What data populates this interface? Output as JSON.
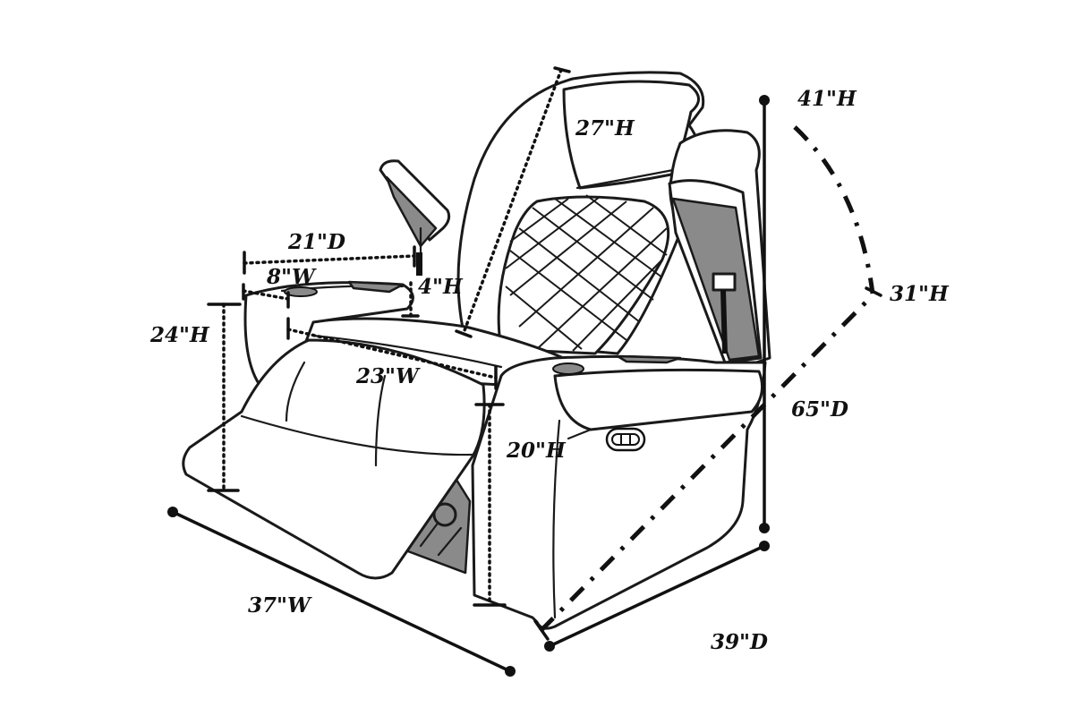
{
  "labels": {
    "total_height": "41\"H",
    "back_height": "27\"H",
    "height_31": "31\"H",
    "extended_depth": "65\"D",
    "arm_depth": "21\"D",
    "cupholder_width": "8\"W",
    "arm_height": "4\"H",
    "seat_height_24": "24\"H",
    "seat_width": "23\"W",
    "seat_height_20": "20\"H",
    "total_width": "37\"W",
    "total_depth": "39\"D"
  },
  "colors": {
    "line": "#1a1a1a",
    "panel_grey": "#8a8a8a",
    "background": "#ffffff"
  }
}
